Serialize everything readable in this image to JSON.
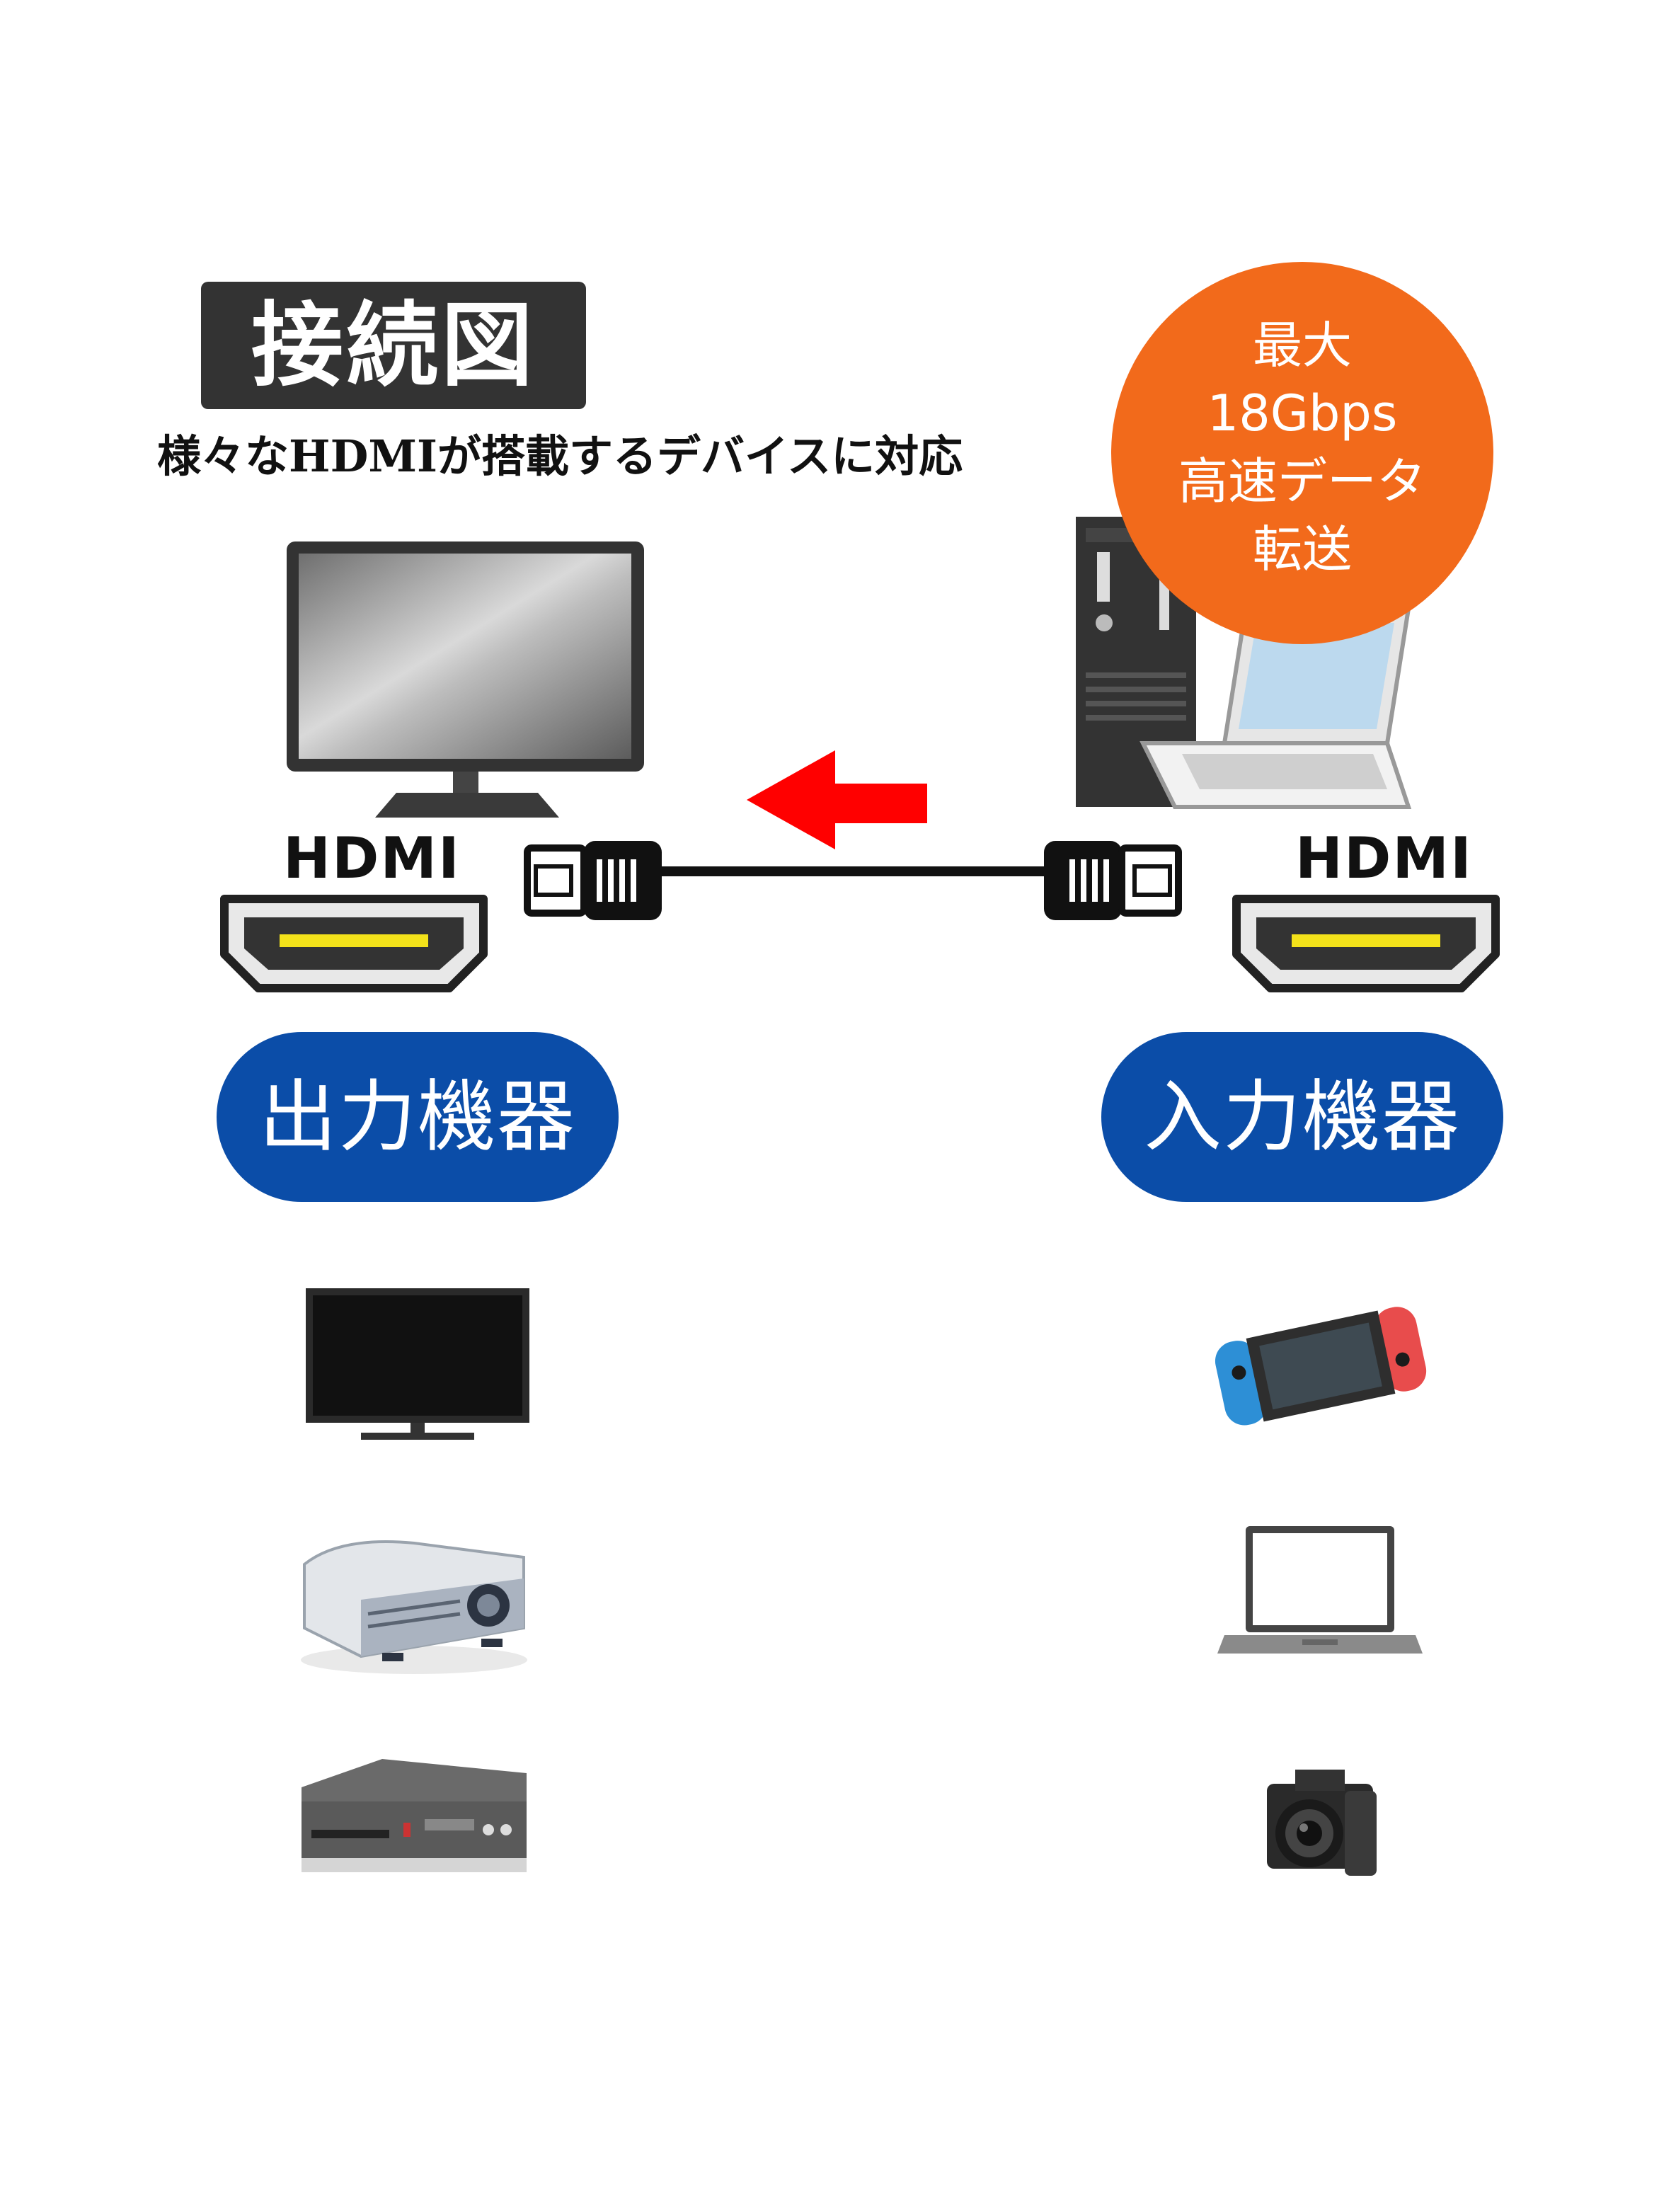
{
  "title": "接続図",
  "subtitle": "様々なHDMIが搭載するデバイスに対応",
  "badge": {
    "line1": "最大",
    "line2": "18Gbps",
    "line3": "高速データ",
    "line4": "転送"
  },
  "ports": {
    "left_label": "HDMI",
    "right_label": "HDMI"
  },
  "categories": {
    "output": "出力機器",
    "input": "入力機器"
  },
  "colors": {
    "badge": "#f26a1b",
    "pill": "#0b4da8",
    "arrow": "#ff0000",
    "title_box": "#333333"
  },
  "icons": {
    "top_left": "monitor-icon",
    "top_right": "desktop-pc-and-laptop-icon",
    "output_devices": [
      "tv-icon",
      "projector-icon",
      "recorder-icon"
    ],
    "input_devices": [
      "game-console-icon",
      "laptop-icon",
      "camera-icon"
    ]
  }
}
